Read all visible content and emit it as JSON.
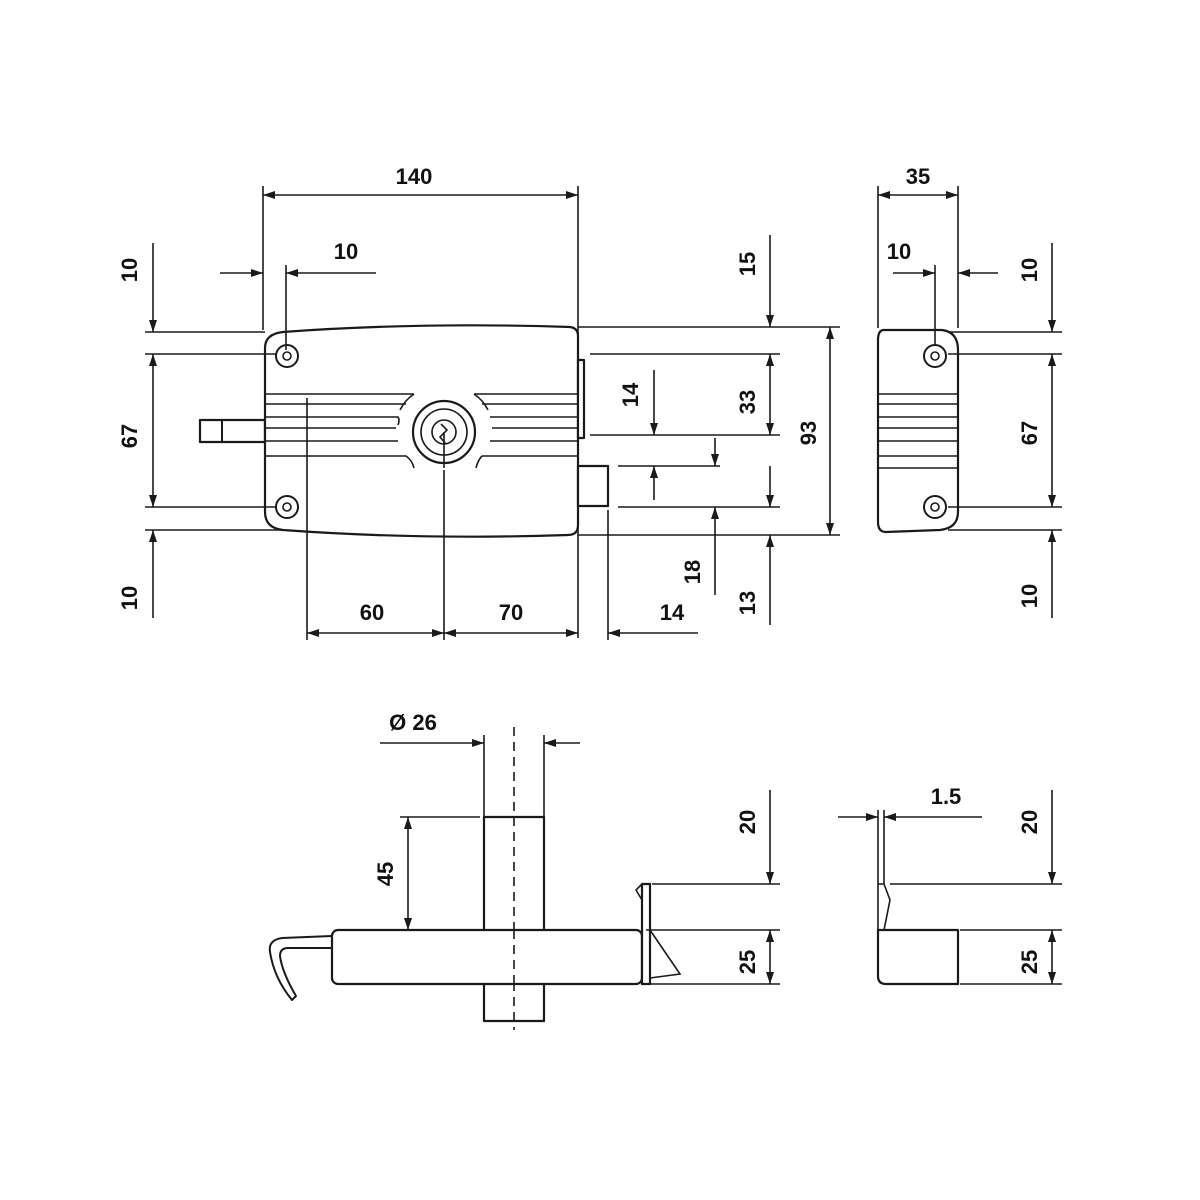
{
  "front_view": {
    "width": "140",
    "screw_offset": "10",
    "left_top_edge": "10",
    "left_screw_spacing": "67",
    "left_bottom_edge": "10",
    "to_cylinder": "60",
    "cylinder_to_edge": "70",
    "latch_projection": "14",
    "cylinder_height": "14",
    "bolt_height": "18",
    "right_top": "15",
    "right_upper": "33",
    "right_lower": "13",
    "total_height": "93"
  },
  "side_view": {
    "depth": "35",
    "screw_offset": "10",
    "top_edge": "10",
    "screw_spacing": "67",
    "bottom_edge": "10"
  },
  "bottom_view": {
    "cylinder_diameter": "Ø 26",
    "cylinder_length": "45",
    "plate_height": "20",
    "body_height": "25"
  },
  "bottom_side_view": {
    "plate_thickness": "1.5",
    "plate_height": "20",
    "body_height": "25"
  }
}
